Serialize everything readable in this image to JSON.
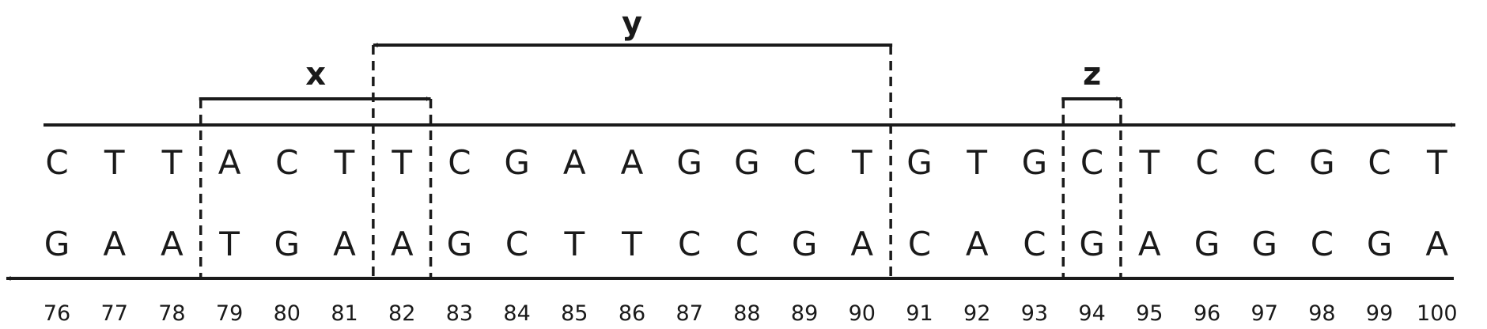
{
  "top_strand": [
    "C",
    "T",
    "T",
    "A",
    "C",
    "T",
    "T",
    "C",
    "G",
    "A",
    "A",
    "G",
    "G",
    "C",
    "T",
    "G",
    "T",
    "G",
    "C",
    "T",
    "C",
    "C",
    "G",
    "C",
    "T"
  ],
  "bottom_strand": [
    "G",
    "A",
    "A",
    "T",
    "G",
    "A",
    "A",
    "G",
    "C",
    "T",
    "T",
    "C",
    "C",
    "G",
    "A",
    "C",
    "A",
    "C",
    "G",
    "A",
    "G",
    "G",
    "C",
    "G",
    "A"
  ],
  "positions": [
    "76",
    "77",
    "78",
    "79",
    "80",
    "81",
    "82",
    "83",
    "84",
    "85",
    "86",
    "87",
    "88",
    "89",
    "90",
    "91",
    "92",
    "93",
    "94",
    "95",
    "96",
    "97",
    "98",
    "99",
    "100"
  ],
  "regions": [
    {
      "label": "x",
      "start": 79,
      "end": 82,
      "direction": "right"
    },
    {
      "label": "y",
      "start": 82,
      "end": 90,
      "direction": "left"
    },
    {
      "label": "z",
      "start": 94,
      "end": 94,
      "direction": "right"
    }
  ],
  "colors": {
    "ink": "#1a1a1a",
    "background": "#ffffff"
  }
}
